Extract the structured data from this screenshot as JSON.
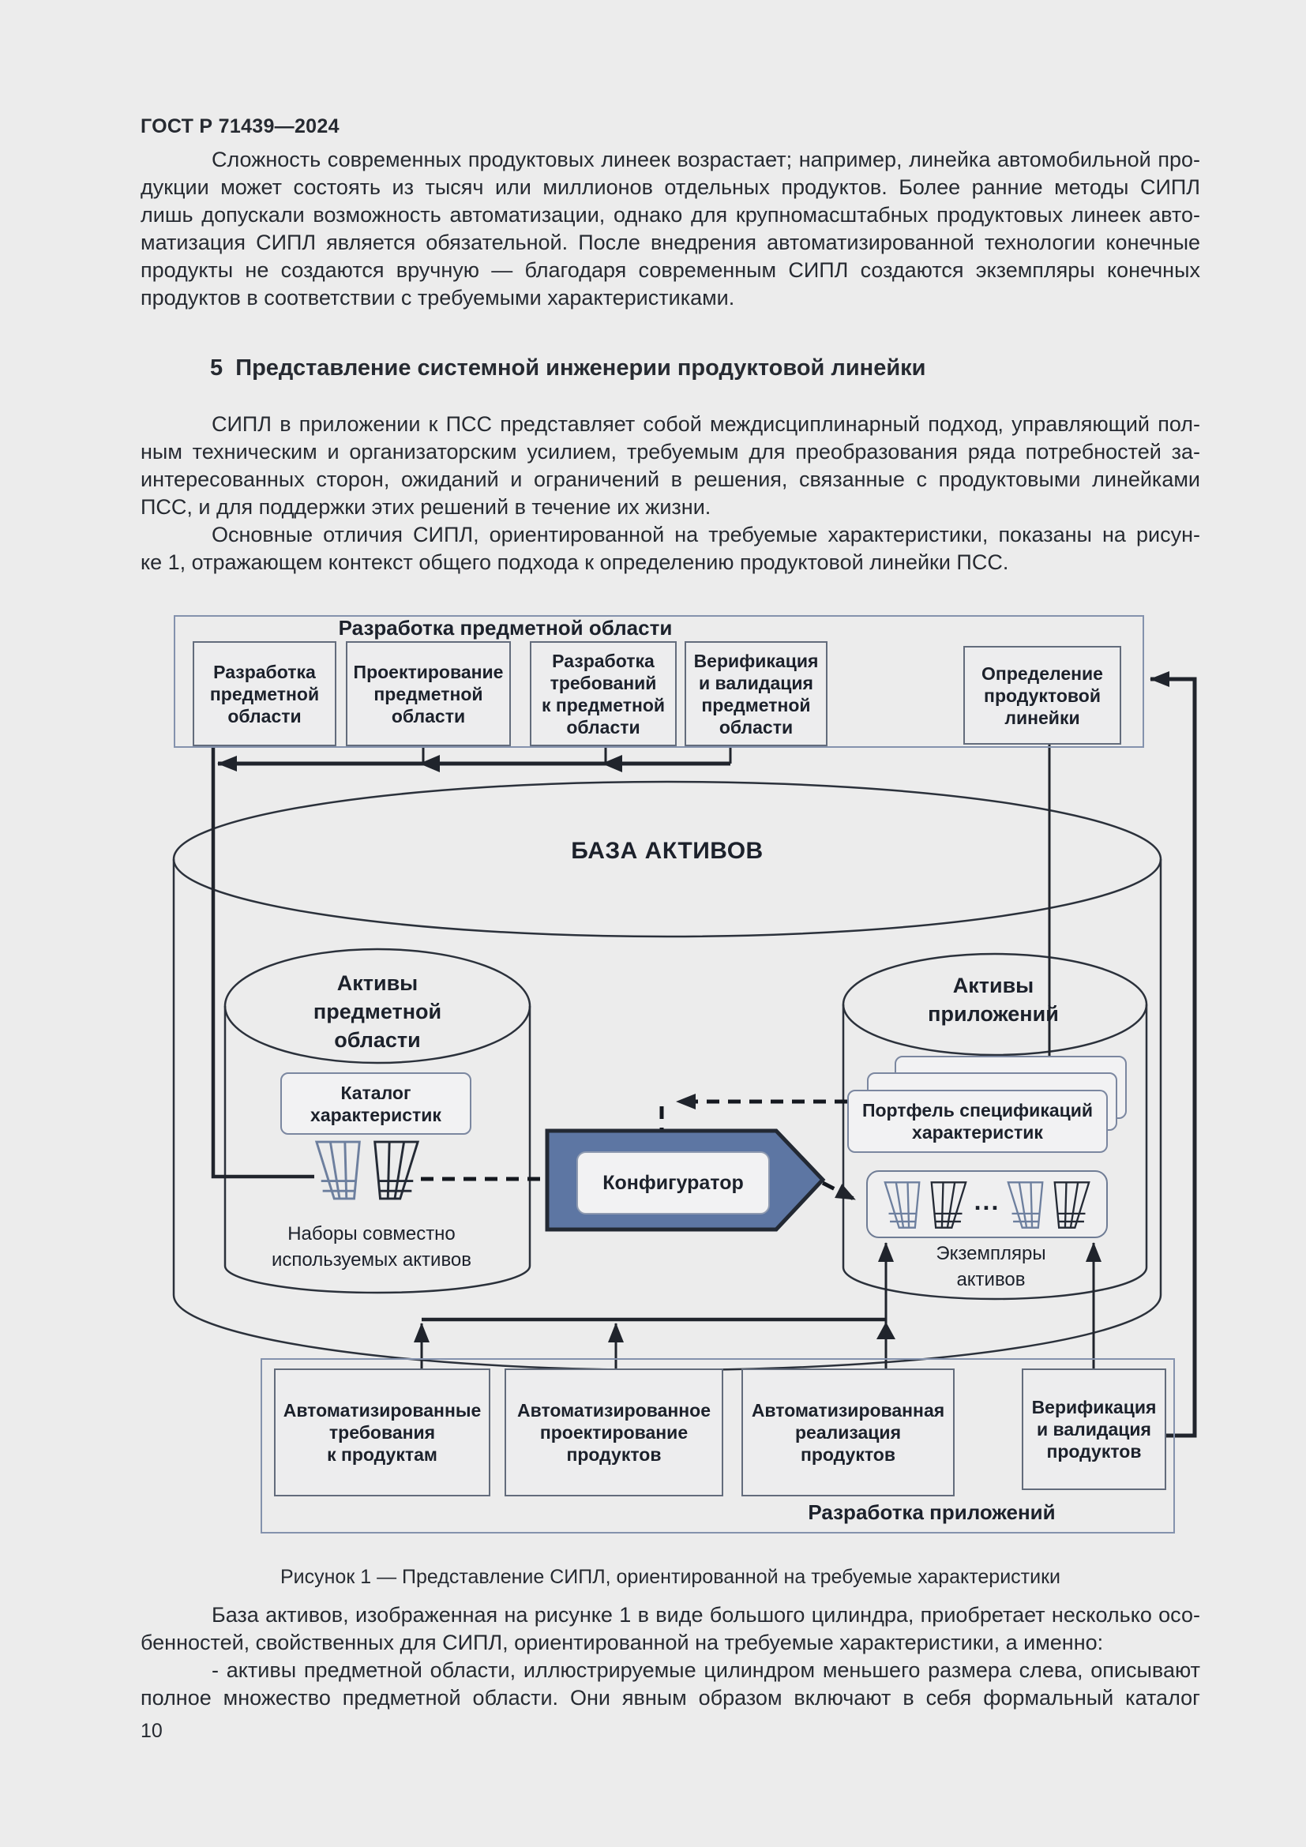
{
  "page": {
    "header": "ГОСТ Р 71439—2024",
    "page_number": "10",
    "section_heading": "5  Представление системной инженерии продуктовой линейки",
    "figure_caption": "Рисунок 1 — Представление СИПЛ, ориентированной на требуемые характеристики",
    "paragraphs": {
      "p1": {
        "lines": [
          "Сложность современных продуктовых линеек возрастает; например, линейка автомобильной про-",
          "дукции может состоять из тысяч или миллионов отдельных продуктов. Более ранние методы СИПЛ",
          "лишь допускали возможность автоматизации, однако для крупномасштабных продуктовых линеек авто-",
          "матизация СИПЛ является обязательной. После внедрения автоматизированной технологии конечные",
          "продукты не создаются вручную — благодаря современным СИПЛ создаются экземпляры конечных",
          "продуктов в соответствии с требуемыми характеристиками."
        ]
      },
      "p2": {
        "lines": [
          "СИПЛ в приложении к ПСС представляет собой междисциплинарный подход, управляющий пол-",
          "ным техническим и организаторским усилием, требуемым для преобразования ряда потребностей за-",
          "интересованных сторон, ожиданий и ограничений в решения, связанные с продуктовыми линейками",
          "ПСС, и для поддержки этих решений в течение их жизни."
        ]
      },
      "p3": {
        "lines": [
          "Основные отличия СИПЛ, ориентированной на требуемые характеристики, показаны на рисун-",
          "ке 1, отражающем контекст общего подхода к определению продуктовой линейки ПСС."
        ]
      },
      "p4": {
        "lines": [
          "База активов, изображенная на рисунке 1 в виде большого цилиндра, приобретает несколько осо-",
          "бенностей, свойственных для СИПЛ, ориентированной на требуемые характеристики, а именно:",
          "- активы предметной области, иллюстрируемые цилиндром меньшего размера слева, описывают",
          "полное множество предметной области. Они явным образом включают в себя формальный каталог"
        ]
      }
    }
  },
  "diagram": {
    "domain_container_title": "Разработка предметной области",
    "domain_boxes": [
      "Разработка\nпредметной\nобласти",
      "Проектирование\nпредметной\nобласти",
      "Разработка\nтребований\nк предметной\nобласти",
      "Верификация\nи валидация\nпредметной\nобласти"
    ],
    "product_line_box": "Определение\nпродуктовой\nлинейки",
    "asset_base_label": "БАЗА АКТИВОВ",
    "domain_assets_label": "Активы\nпредметной\nобласти",
    "app_assets_label": "Активы\nприложений",
    "feature_catalog_label": "Каталог\nхарактеристик",
    "configurator_label": "Конфигуратор",
    "spec_portfolio_label": "Портфель спецификаций\nхарактеристик",
    "shared_assets_label": "Наборы совместно\nиспользуемых активов",
    "asset_instances_label": "Экземпляры\nактивов",
    "ellipsis": "...",
    "app_container_title": "Разработка приложений",
    "app_boxes": [
      "Автоматизированные\nтребования\nк продуктам",
      "Автоматизированное\nпроектирование\nпродуктов",
      "Автоматизированная\nреализация\nпродуктов",
      "Верификация\nи валидация\nпродуктов"
    ],
    "colors": {
      "configurator_fill": "#5d76a3",
      "diagram_line": "#20242c",
      "page_bg": "#ececec"
    }
  }
}
